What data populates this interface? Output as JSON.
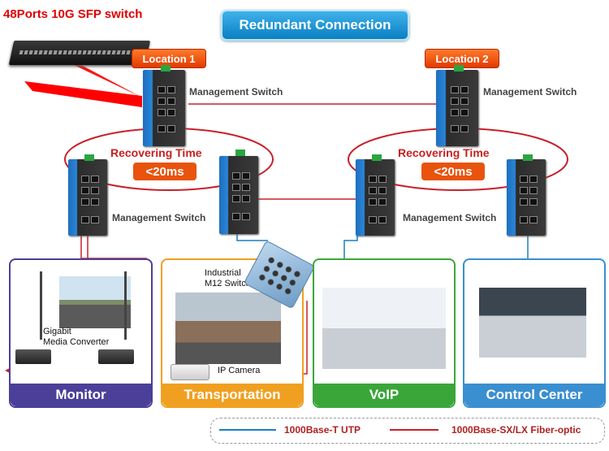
{
  "header": {
    "switch_title": "48Ports 10G SFP switch",
    "banner": "Redundant Connection"
  },
  "locations": {
    "loc1": "Location 1",
    "loc2": "Location 2"
  },
  "labels": {
    "mgmt_top_left": "Management Switch",
    "mgmt_top_right": "Management Switch",
    "mgmt_bottom_left": "Management Switch",
    "mgmt_bottom_right": "Management Switch",
    "recovering_left": "Recovering Time",
    "recovering_right": "Recovering Time",
    "time_left": "<20ms",
    "time_right": "<20ms",
    "industrial_switch": "Industrial\nM12 Switch",
    "media_converter": "Gigabit\nMedia Converter",
    "ip_camera": "IP Camera"
  },
  "panels": {
    "monitor": "Monitor",
    "transportation": "Transportation",
    "voip": "VoIP",
    "control_center": "Control Center"
  },
  "legend": {
    "utp": "1000Base-T UTP",
    "fiber": "1000Base-SX/LX Fiber-optic"
  },
  "colors": {
    "fiber": "#c8202a",
    "utp": "#1a7fc0",
    "monitor": "#4b3f99",
    "transportation": "#f0a020",
    "voip": "#3aa63a",
    "control_center": "#3a8fd0"
  }
}
